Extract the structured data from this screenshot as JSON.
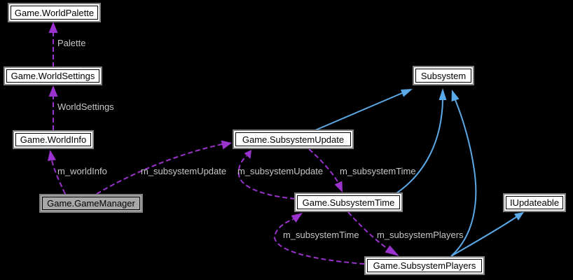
{
  "diagram_type": "collaboration-graph",
  "colors": {
    "background": "#000000",
    "node-bg": "#ffffff",
    "node-border": "#000000",
    "node-frame": "#7f7f7f",
    "selected-node-bg": "#a8a8a8",
    "node-text": "#000000",
    "usage-edge": "#9a32cd",
    "inherit-edge": "#5ca9e8",
    "edge-label": "#c8c8c8"
  },
  "nodes": [
    {
      "label": "Game.WorldPalette",
      "selected": false
    },
    {
      "label": "Game.WorldSettings",
      "selected": false
    },
    {
      "label": "Game.WorldInfo",
      "selected": false
    },
    {
      "label": "Game.GameManager",
      "selected": true
    },
    {
      "label": "Game.SubsystemUpdate",
      "selected": false
    },
    {
      "label": "Subsystem",
      "selected": false
    },
    {
      "label": "Game.SubsystemTime",
      "selected": false
    },
    {
      "label": "IUpdateable",
      "selected": false
    },
    {
      "label": "Game.SubsystemPlayers",
      "selected": false
    }
  ],
  "edges": [
    {
      "from": "Game.WorldSettings",
      "to": "Game.WorldPalette",
      "label": "Palette",
      "relation": "usage"
    },
    {
      "from": "Game.WorldInfo",
      "to": "Game.WorldSettings",
      "label": "WorldSettings",
      "relation": "usage"
    },
    {
      "from": "Game.GameManager",
      "to": "Game.WorldInfo",
      "label": "m_worldInfo",
      "relation": "usage"
    },
    {
      "from": "Game.GameManager",
      "to": "Game.SubsystemUpdate",
      "label": "m_subsystemUpdate",
      "relation": "usage"
    },
    {
      "from": "Game.SubsystemTime",
      "to": "Game.SubsystemUpdate",
      "label": "m_subsystemUpdate",
      "relation": "usage"
    },
    {
      "from": "Game.SubsystemUpdate",
      "to": "Game.SubsystemTime",
      "label": "m_subsystemTime",
      "relation": "usage"
    },
    {
      "from": "Game.SubsystemPlayers",
      "to": "Game.SubsystemTime",
      "label": "m_subsystemTime",
      "relation": "usage"
    },
    {
      "from": "Game.SubsystemTime",
      "to": "Game.SubsystemPlayers",
      "label": "m_subsystemPlayers",
      "relation": "usage"
    },
    {
      "from": "Game.SubsystemUpdate",
      "to": "Subsystem",
      "label": "",
      "relation": "inheritance"
    },
    {
      "from": "Game.SubsystemTime",
      "to": "Subsystem",
      "label": "",
      "relation": "inheritance"
    },
    {
      "from": "Game.SubsystemPlayers",
      "to": "Subsystem",
      "label": "",
      "relation": "inheritance"
    },
    {
      "from": "Game.SubsystemPlayers",
      "to": "IUpdateable",
      "label": "",
      "relation": "inheritance"
    }
  ]
}
